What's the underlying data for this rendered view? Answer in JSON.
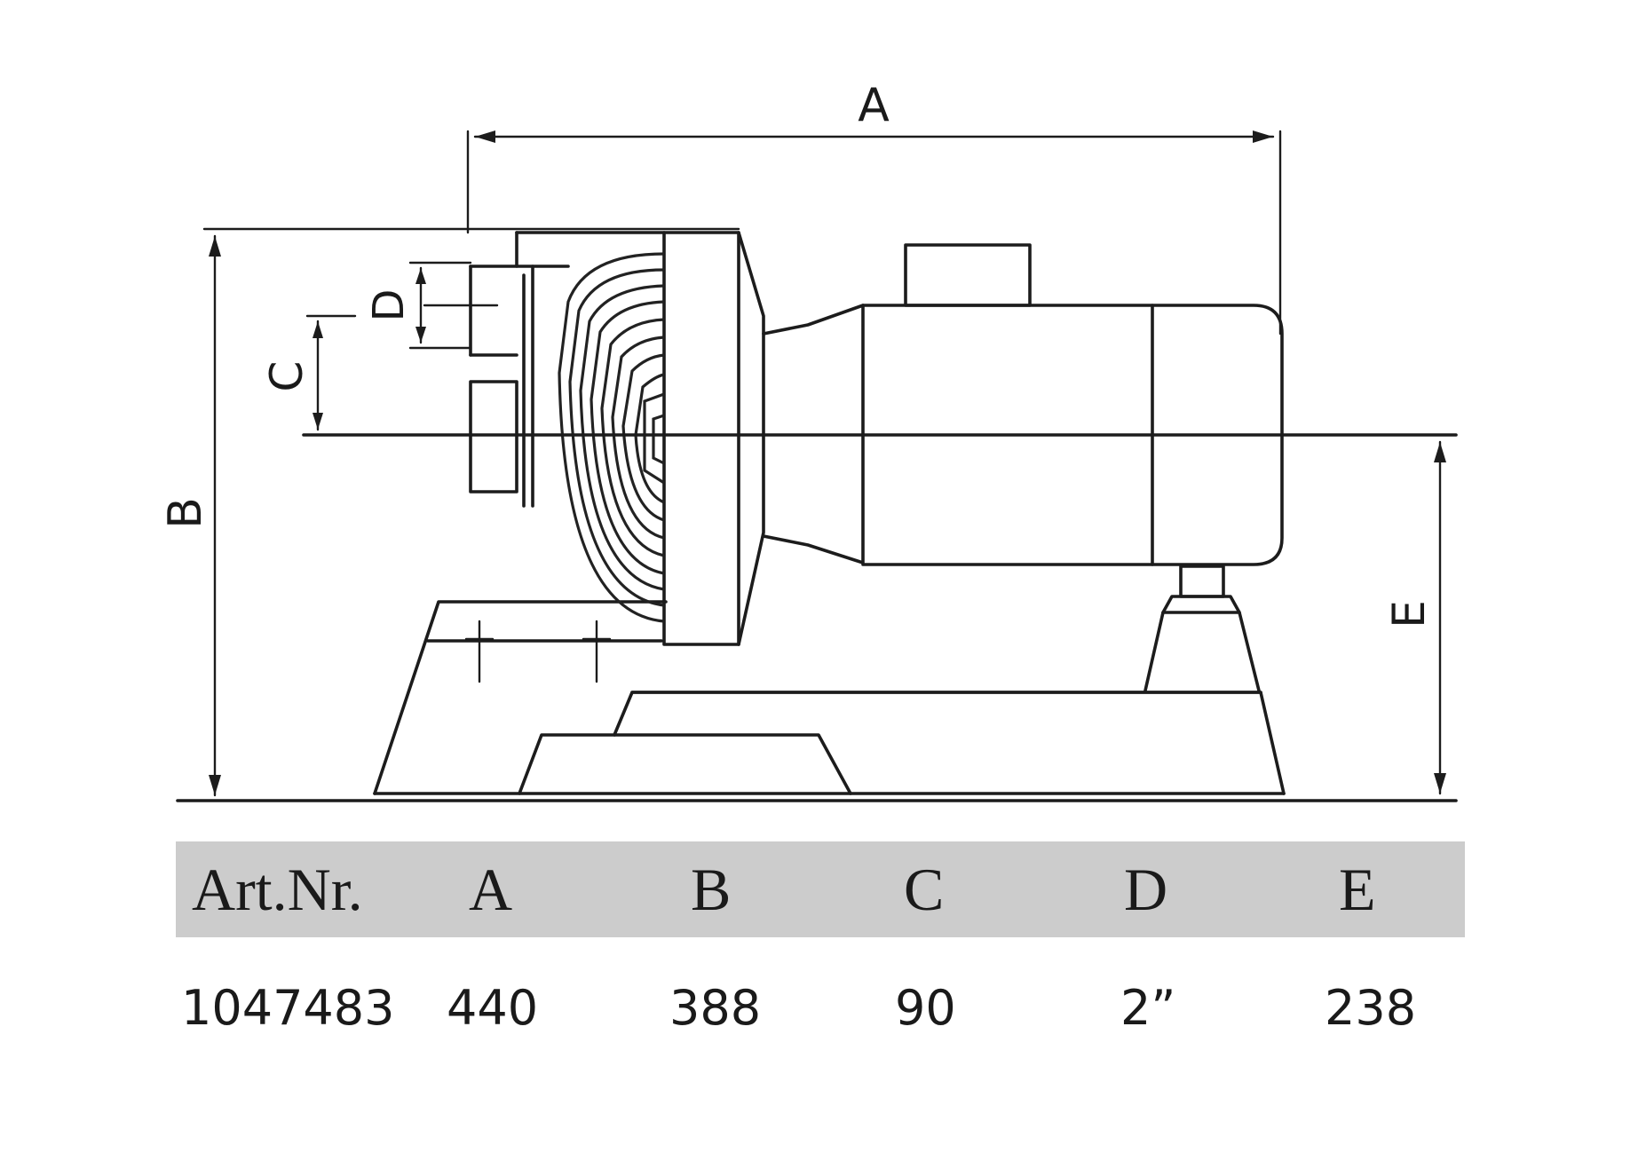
{
  "drawing": {
    "labels": {
      "a": "A",
      "b": "B",
      "c": "C",
      "d": "D",
      "e": "E"
    }
  },
  "table": {
    "headers": [
      "Art.Nr.",
      "A",
      "B",
      "C",
      "D",
      "E"
    ],
    "rows": [
      [
        "1047483",
        "440",
        "388",
        "90",
        "2”",
        "238"
      ]
    ]
  }
}
